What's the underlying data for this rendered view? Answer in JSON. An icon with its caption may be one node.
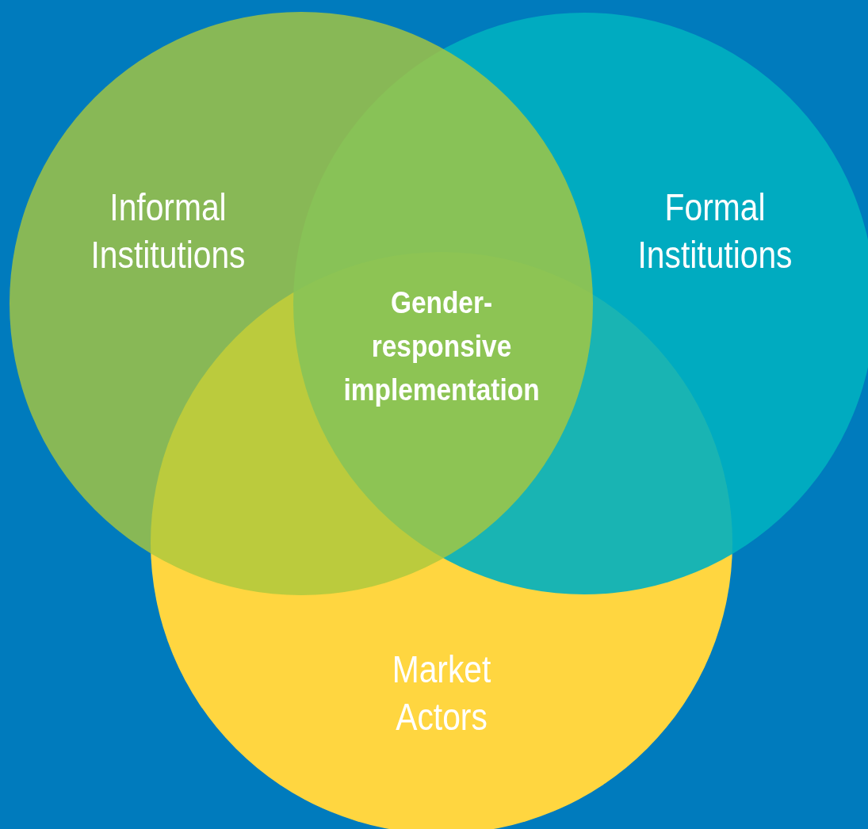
{
  "diagram": {
    "nodes": [
      {
        "text": [
          "Informal Institutions"
        ]
      },
      {
        "text": [
          "Formal Institutions"
        ]
      },
      {
        "text": [
          "Market Actors"
        ]
      }
    ],
    "labels": [
      "Gender-responsive implementation"
    ]
  }
}
